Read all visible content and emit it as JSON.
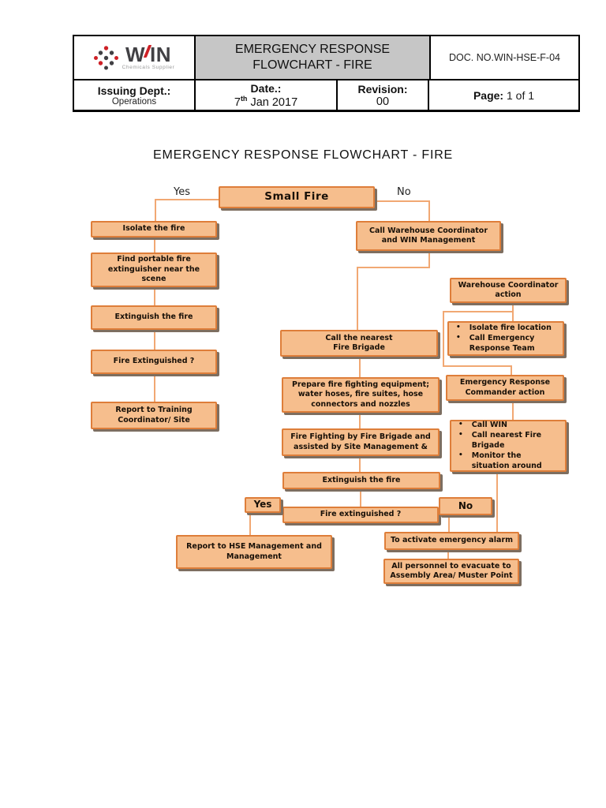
{
  "document": {
    "header": {
      "logo": {
        "brand_left": "W",
        "brand_right": "IN",
        "tagline": "Chemicals Supplier"
      },
      "title": "EMERGENCY RESPONSE FLOWCHART - FIRE",
      "doc_no": "DOC. NO.WIN-HSE-F-04",
      "issuing_dept_label": "Issuing Dept.:",
      "issuing_dept_value": "Operations",
      "date_label": "Date.:",
      "date_day": "7",
      "date_ordinal": "th",
      "date_rest": " Jan 2017",
      "revision_label": "Revision:",
      "revision_value": "00",
      "page_label": "Page:",
      "page_value": "1 of 1"
    },
    "body_title": "EMERGENCY RESPONSE FLOWCHART - FIRE"
  },
  "flowchart": {
    "branch_labels": {
      "yes_top": "Yes",
      "no_top": "No",
      "yes_bottom": "Yes",
      "no_bottom": "No"
    },
    "nodes": {
      "small_fire": "Small Fire",
      "isolate_fire": "Isolate the fire",
      "find_extinguisher": "Find portable fire\nextinguisher near the\nscene",
      "extinguish_fire_left": "Extinguish the fire",
      "fire_extinguished_left": "Fire Extinguished ?",
      "report_training": "Report to Training\nCoordinator/ Site",
      "call_warehouse": "Call Warehouse Coordinator\nand WIN Management",
      "call_fire_brigade": "Call the nearest\nFire Brigade",
      "prepare_equipment": "Prepare fire fighting equipment;\nwater hoses, fire suites, hose\nconnectors and nozzles",
      "fire_fighting": "Fire Fighting by Fire Brigade and\nassisted by Site Management &",
      "extinguish_fire_mid": "Extinguish the fire",
      "fire_extinguished_mid": "Fire extinguished ?",
      "report_hse": "Report to HSE Management and\nManagement",
      "activate_alarm": "To activate emergency alarm",
      "evacuate": "All personnel to evacuate to\nAssembly Area/ Muster Point",
      "warehouse_coordinator_action": "Warehouse Coordinator\naction",
      "warehouse_coordinator_bullets": [
        "Isolate fire location",
        "Call Emergency Response Team"
      ],
      "erc_action": "Emergency Response\nCommander action",
      "erc_bullets": [
        "Call WIN",
        "Call nearest Fire Brigade",
        "Monitor the situation around"
      ]
    }
  },
  "colors": {
    "box-fill": "#F6BE8D",
    "box-border": "#DE7E3A",
    "connector": "#F1A873",
    "shadow": "#7D6E60",
    "header-gray": "#C6C6C6",
    "logo-red": "#CE2127",
    "logo-charcoal": "#414044"
  }
}
